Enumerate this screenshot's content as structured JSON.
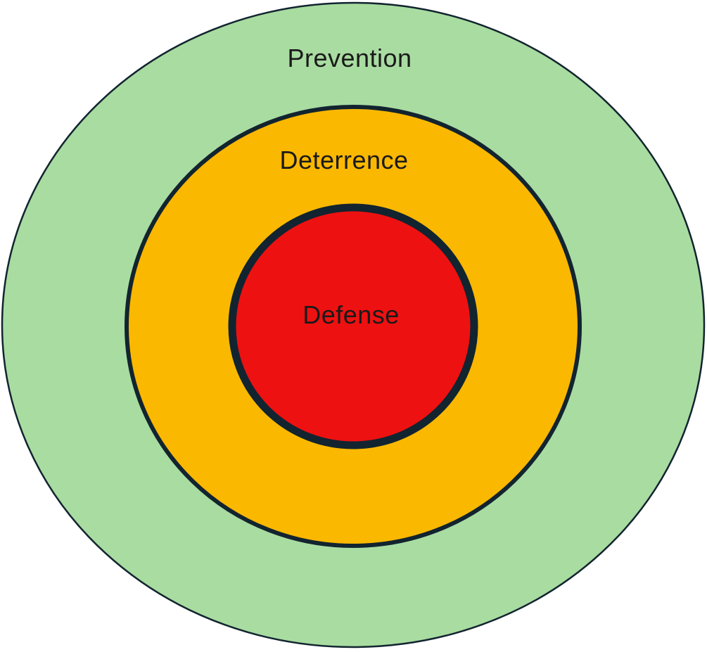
{
  "diagram": {
    "type": "concentric-circles",
    "background_color": "#FFFFFF",
    "outline_color": "#12242F",
    "label_color": "#1A1A1A",
    "rings": [
      {
        "label": "Prevention",
        "color": "#A9DCA1"
      },
      {
        "label": "Deterrence",
        "color": "#FBB800"
      },
      {
        "label": "Defense",
        "color": "#EE1111"
      }
    ]
  }
}
